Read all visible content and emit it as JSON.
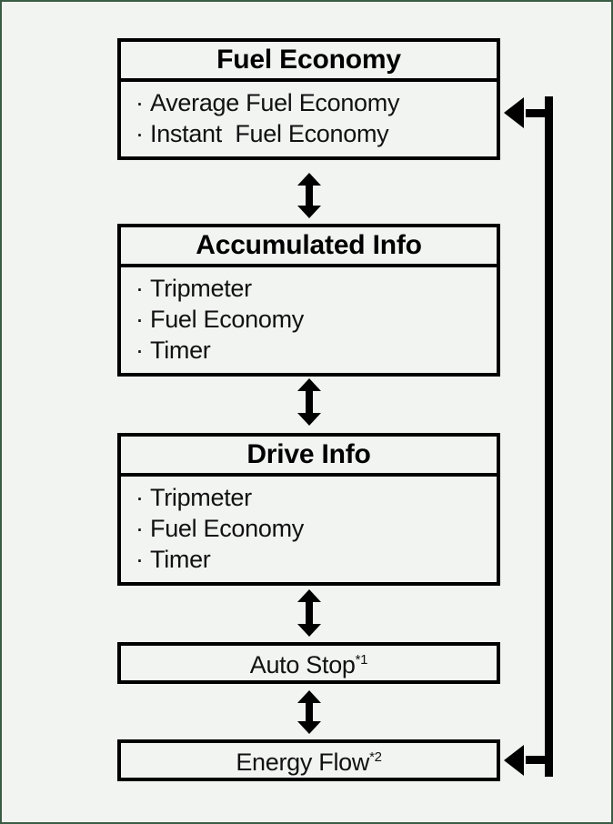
{
  "page": {
    "background_color": "#f2f4f2",
    "border_color": "#3b5c44",
    "line_color": "#000000"
  },
  "diagram": {
    "type": "flow-cycle",
    "nodes": [
      {
        "id": "fuel-economy",
        "title": "Fuel Economy",
        "items": [
          "Average Fuel Economy",
          "Instant  Fuel Economy"
        ],
        "bullet": "·"
      },
      {
        "id": "accumulated-info",
        "title": "Accumulated Info",
        "items": [
          "Tripmeter",
          "Fuel Economy",
          "Timer"
        ],
        "bullet": "·"
      },
      {
        "id": "drive-info",
        "title": "Drive Info",
        "items": [
          "Tripmeter",
          "Fuel Economy",
          "Timer"
        ],
        "bullet": "·"
      },
      {
        "id": "auto-stop",
        "label": "Auto Stop",
        "footnote": "*1"
      },
      {
        "id": "energy-flow",
        "label": "Energy Flow",
        "footnote": "*2"
      }
    ],
    "connectors": [
      {
        "id": "fe-acc",
        "from": "fuel-economy",
        "to": "accumulated-info",
        "style": "double-arrow-vertical"
      },
      {
        "id": "acc-di",
        "from": "accumulated-info",
        "to": "drive-info",
        "style": "double-arrow-vertical"
      },
      {
        "id": "di-as",
        "from": "drive-info",
        "to": "auto-stop",
        "style": "double-arrow-vertical"
      },
      {
        "id": "as-ef",
        "from": "auto-stop",
        "to": "energy-flow",
        "style": "double-arrow-vertical"
      },
      {
        "id": "loop",
        "from": "energy-flow",
        "to": "fuel-economy",
        "style": "wrap-around-left-arrows"
      }
    ]
  }
}
